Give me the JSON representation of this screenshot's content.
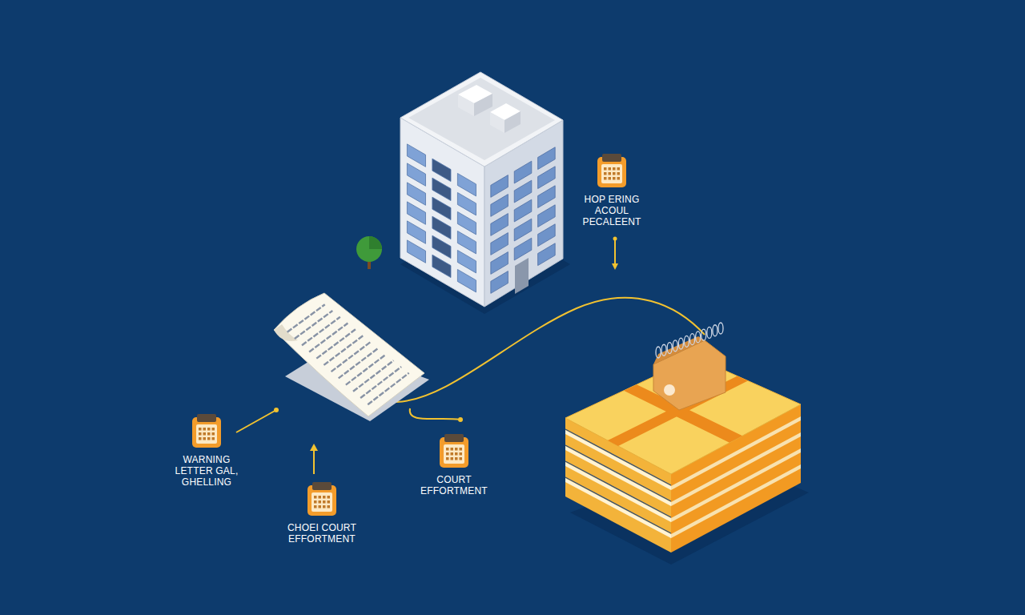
{
  "diagram": {
    "nodes": [
      {
        "text": [
          "HOP ERING ACOUL PECALEENT"
        ]
      },
      {
        "text": [
          "WARNING LETTER GAL, GHELLING"
        ]
      },
      {
        "text": [
          "COURT EFFORTMENT"
        ]
      },
      {
        "text": [
          "CHOEI COURT EFFORTMENT"
        ]
      }
    ]
  }
}
